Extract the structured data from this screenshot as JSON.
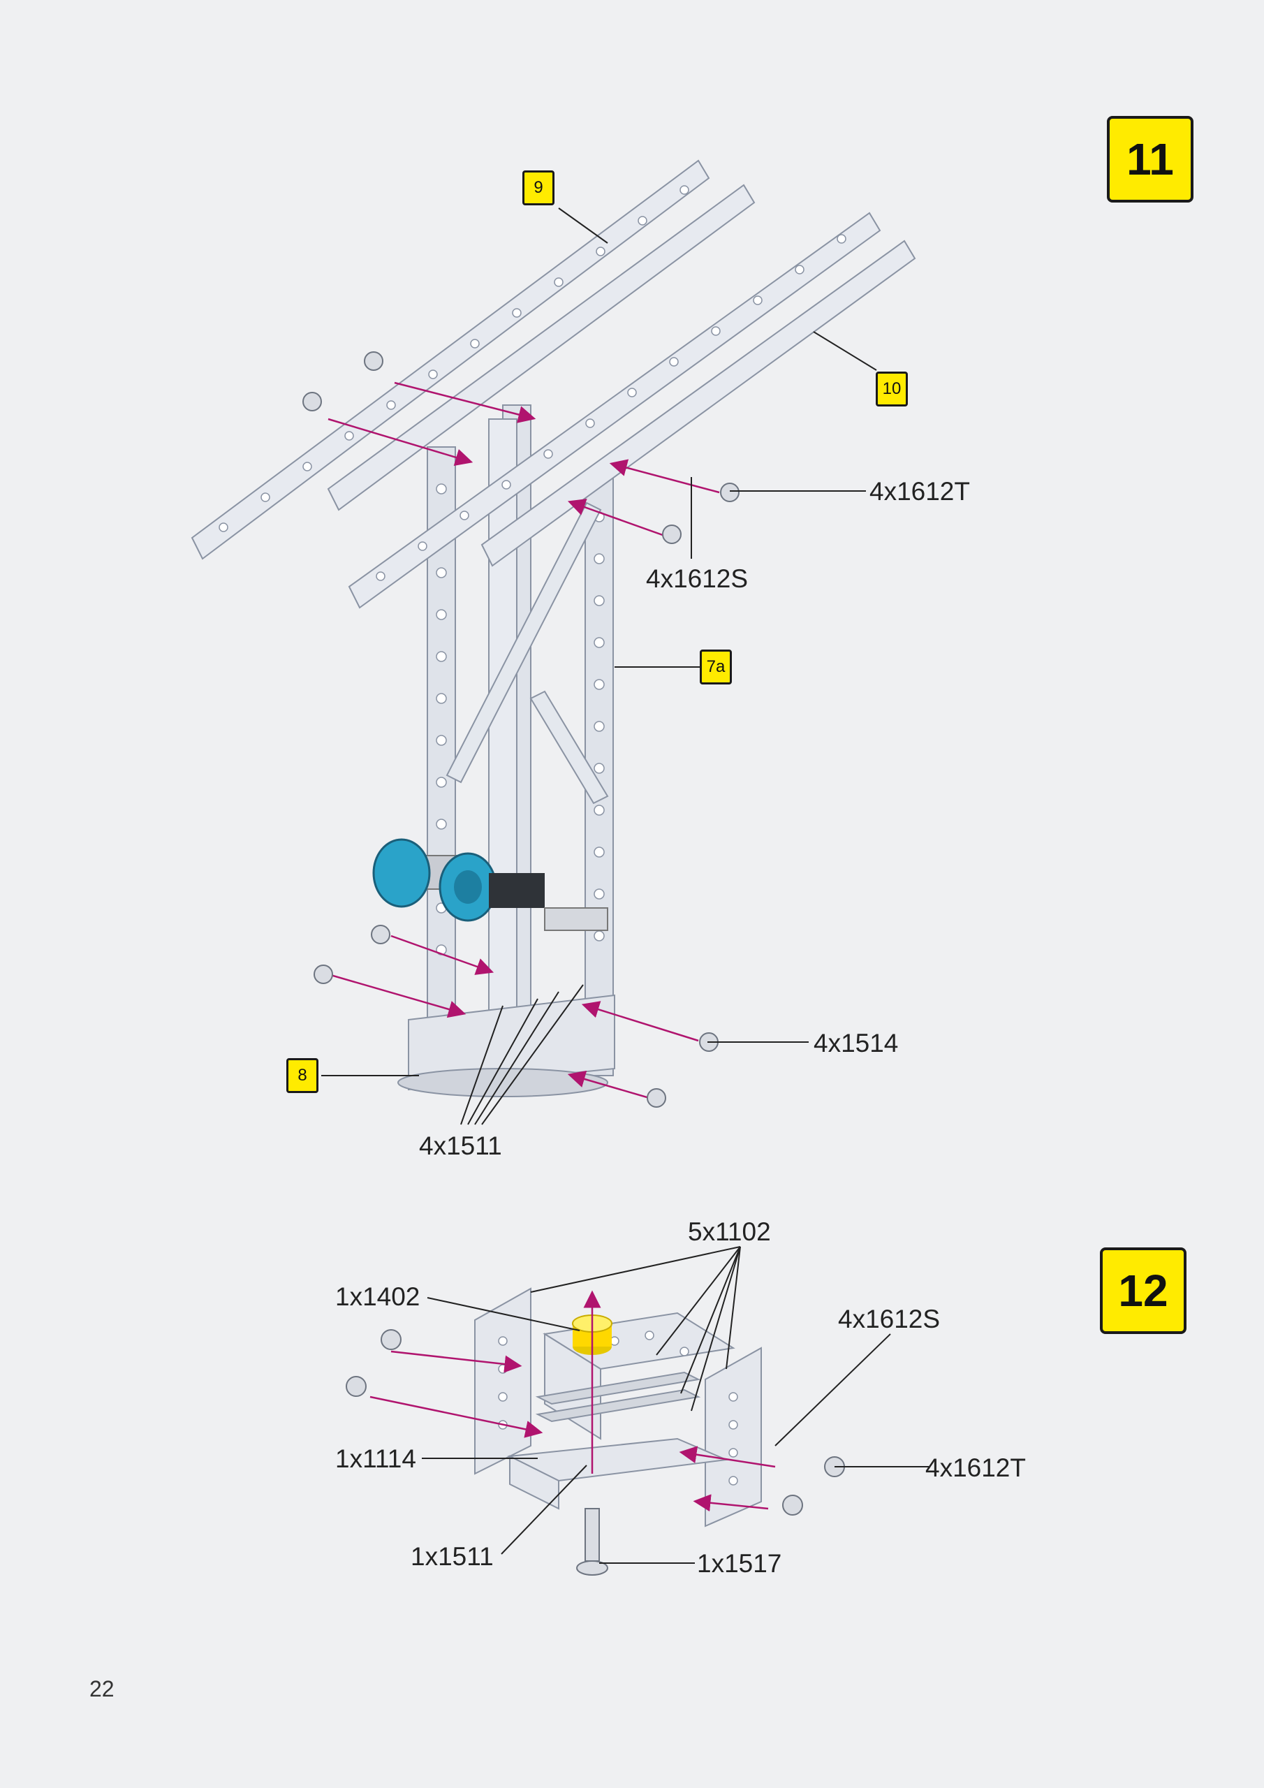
{
  "steps": {
    "step11": {
      "number": "11",
      "callouts": [
        "9",
        "10",
        "7a",
        "8"
      ],
      "parts": {
        "p1612T": "4x1612T",
        "p1612S": "4x1612S",
        "p1514": "4x1514",
        "p1511": "4x1511"
      }
    },
    "step12": {
      "number": "12",
      "parts": {
        "p1102": "5x1102",
        "p1402": "1x1402",
        "p1612S": "4x1612S",
        "p1114": "1x1114",
        "p1612T": "4x1612T",
        "p1511": "1x1511",
        "p1517": "1x1517"
      }
    }
  },
  "page_number": "22",
  "colors": {
    "background": "#eff0f2",
    "badge_fill": "#ffeb00",
    "arrow": "#b0146e",
    "metal": "#d9dde6",
    "gear": "#2aa3c9"
  }
}
